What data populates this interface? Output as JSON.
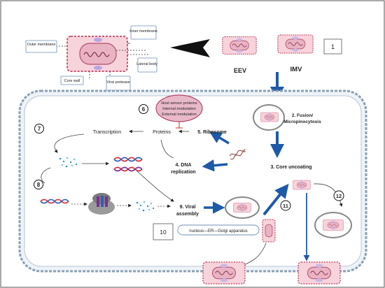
{
  "colors": {
    "virion_fill": "#f7d3dc",
    "virion_border": "#c95771",
    "core_fill": "#e9b3c3",
    "arrow_blue": "#1e5aa8",
    "cell_border": "#8aa0b4",
    "cell_fill": "#eef3f8",
    "label_box_border": "#6c8fb3",
    "label_text_blue": "#3a4d66",
    "host_sensor_fill": "#e8b9c9",
    "host_sensor_border": "#b4476b",
    "dna_red": "#d22e3e",
    "dna_blue": "#2f5fb8",
    "dna_purple": "#7b2f93",
    "black": "#111111"
  },
  "virion_labels": {
    "outer_membrane": "Outer membrane",
    "inner_membrane": "Inner membrane",
    "lateral_body": "Lateral body",
    "core_wall": "Core wall",
    "viral_protease": "Viral protease"
  },
  "entry_forms": {
    "eev": "EEV",
    "imv": "IMV",
    "box_number": "1"
  },
  "steps": {
    "fusion_line1": "2. Fusion/",
    "fusion_line2": "Micropinocytosis",
    "core_uncoating": "3. Core uncoating",
    "dna_replication_line1": "4. DNA",
    "dna_replication_line2": "replication",
    "ribosome": "5. Ribosome",
    "host_sensor_line1": "Host sensor proteins",
    "host_sensor_line2": "Internal modulation",
    "host_sensor_line3": "External modulation",
    "step6": "6",
    "step7": "7",
    "step8": "8",
    "transcription": "Transcription",
    "proteins": "Proteins",
    "viral_assembly_line1": "9. Viral",
    "viral_assembly_line2": "assembly",
    "box10": "10",
    "secretory_path": "nucleus—ER—Golgi apparatus",
    "step11": "11",
    "step12": "12"
  }
}
